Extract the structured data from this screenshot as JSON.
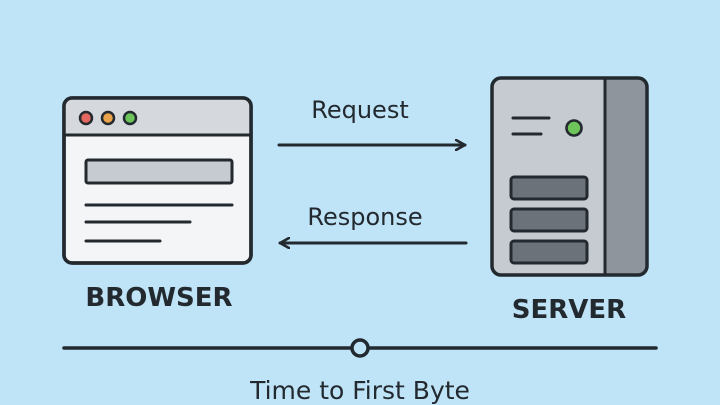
{
  "diagram": {
    "browser": {
      "label": "BROWSER",
      "dots": [
        "#e4685f",
        "#eaa34c",
        "#6cc45a"
      ],
      "frame_color": "#f4f5f7",
      "titlebar_color": "#d5d9de"
    },
    "server": {
      "label": "SERVER",
      "body_color": "#c6cbd1",
      "side_color": "#8f959c",
      "status_light": "#6cc45a",
      "drive_color": "#6c7279"
    },
    "request_label": "Request",
    "response_label": "Response",
    "timeline_label": "Time to First Byte",
    "colors": {
      "background": "#bfe3f7",
      "stroke": "#22292f"
    }
  }
}
